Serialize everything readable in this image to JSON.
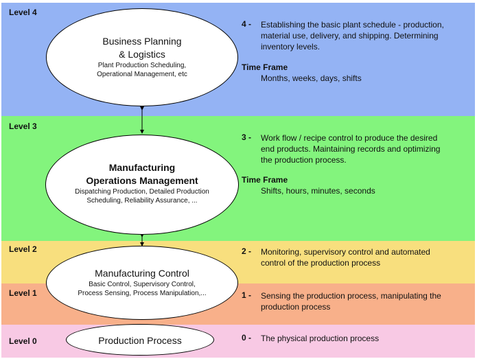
{
  "levels": [
    {
      "label": "Level 4"
    },
    {
      "label": "Level 3"
    },
    {
      "label": "Level 2"
    },
    {
      "label": "Level 1"
    },
    {
      "label": "Level 0"
    }
  ],
  "ellipses": {
    "business": {
      "title_line1": "Business Planning",
      "title_line2": "& Logistics",
      "sub_line1": "Plant Production Scheduling,",
      "sub_line2": "Operational Management, etc"
    },
    "operations": {
      "title_line1": "Manufacturing",
      "title_line2": "Operations Management",
      "sub_line1": "Dispatching Production, Detailed Production",
      "sub_line2": "Scheduling, Reliability Assurance, ..."
    },
    "control": {
      "title": "Manufacturing Control",
      "sub_line1": "Basic Control, Supervisory Control,",
      "sub_line2": "Process Sensing, Process Manipulation,..."
    },
    "process": {
      "title": "Production Process"
    }
  },
  "descriptions": {
    "l4": {
      "num": "4 -",
      "lines": [
        "Establishing the basic plant schedule - production,",
        "material use, delivery, and shipping. Determining",
        "inventory levels."
      ],
      "time_frame_label": "Time Frame",
      "time_frame": "Months, weeks, days, shifts"
    },
    "l3": {
      "num": "3 -",
      "lines": [
        "Work flow / recipe control to produce the desired",
        "end products. Maintaining records and optimizing",
        "the production process."
      ],
      "time_frame_label": "Time Frame",
      "time_frame": "Shifts, hours, minutes, seconds"
    },
    "l2": {
      "num": "2 -",
      "lines": [
        "Monitoring, supervisory control and automated",
        "control of the production process"
      ]
    },
    "l1": {
      "num": "1 -",
      "lines": [
        "Sensing the production process, manipulating the",
        "production process"
      ]
    },
    "l0": {
      "num": "0 -",
      "lines": [
        "The physical production process"
      ]
    }
  },
  "colors": {
    "level4": "#94b3f4",
    "level3": "#83f47d",
    "level2": "#f8df7e",
    "level1": "#f8b08a",
    "level0": "#f8c9e4"
  }
}
